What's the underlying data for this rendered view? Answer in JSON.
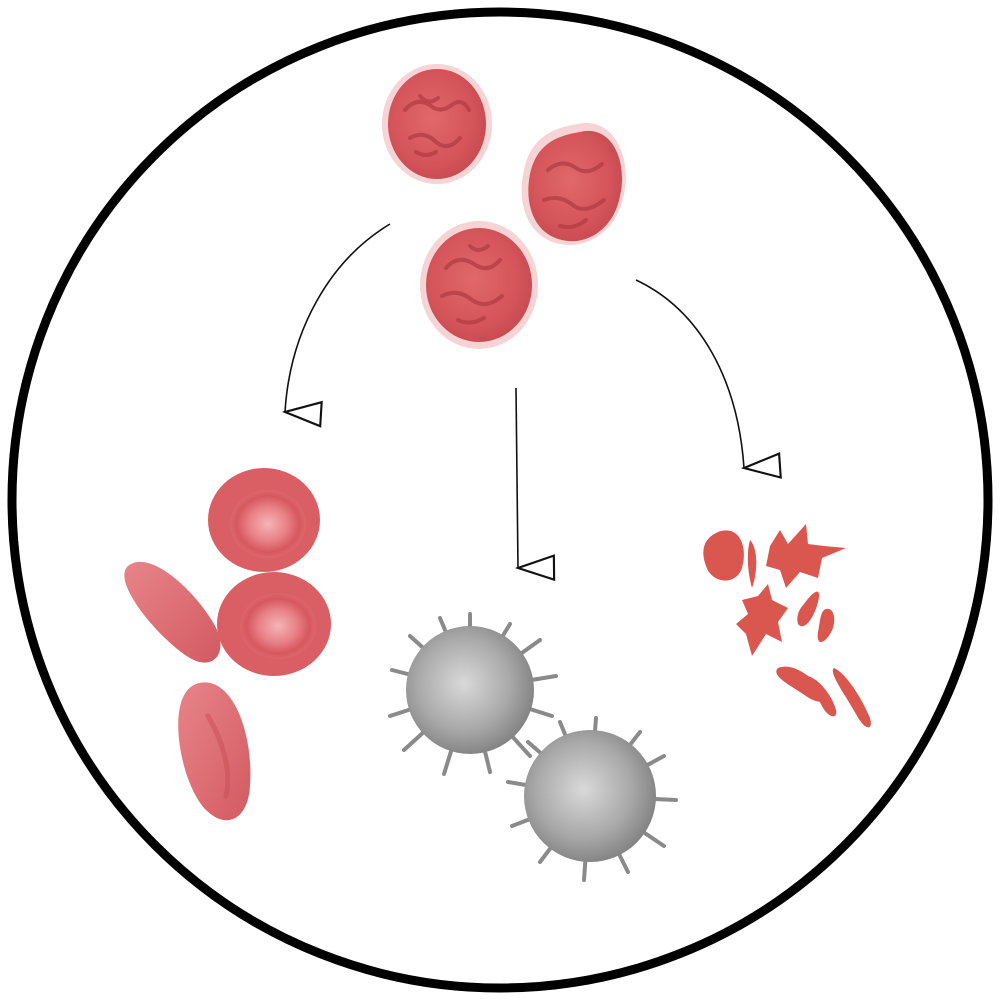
{
  "diagram": {
    "colors": {
      "frame": "#000000",
      "background": "#ffffff",
      "source_cell": "#d9575a",
      "source_cell_dark": "#b83a40",
      "source_cell_halo": "#f3c9cc",
      "normal_rbc": "#d95f65",
      "normal_rbc_light": "#f0a3a6",
      "spiky_cell": "#9d9d9d",
      "spiky_cell_dark": "#6e6e6e",
      "fragment": "#d9574f",
      "arrow": "#111111"
    },
    "groups": [
      {
        "id": "source-cells",
        "icon": "irregular-red-cells-icon",
        "count": 3
      },
      {
        "id": "outcome-left",
        "icon": "normal-red-blood-cells-icon",
        "count": 4
      },
      {
        "id": "outcome-center",
        "icon": "spiky-grey-cells-icon",
        "count": 2
      },
      {
        "id": "outcome-right",
        "icon": "red-cell-fragments-icon",
        "count": 11
      }
    ],
    "arrows": [
      {
        "from": "source-cells",
        "to": "outcome-left"
      },
      {
        "from": "source-cells",
        "to": "outcome-center"
      },
      {
        "from": "source-cells",
        "to": "outcome-right"
      }
    ]
  }
}
